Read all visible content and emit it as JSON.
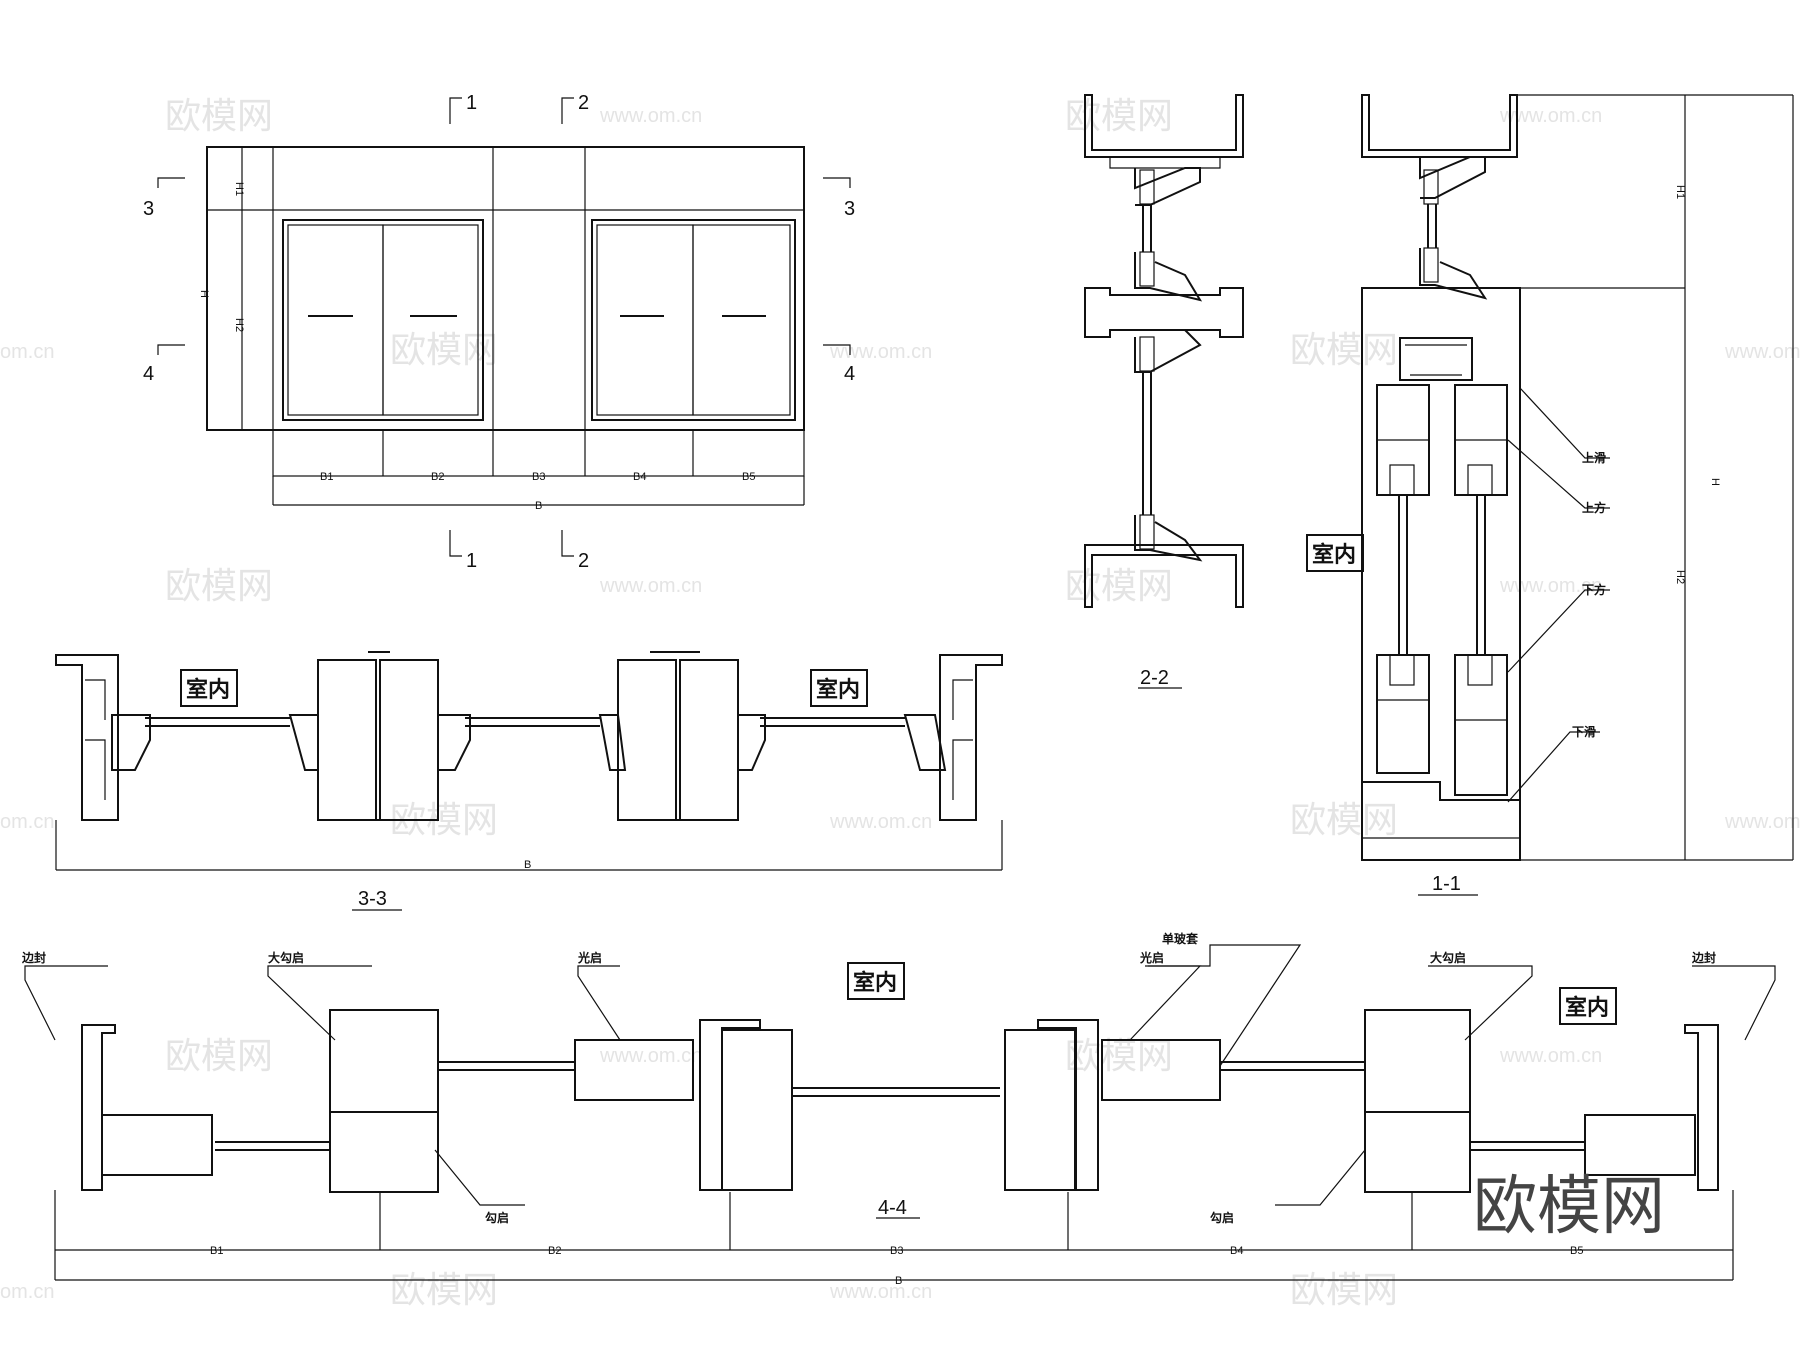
{
  "watermark": {
    "brand": "欧模网",
    "url": "www.om.cn",
    "partial_url": "om.cn"
  },
  "corner_logo": "欧模网",
  "elevation": {
    "section_marks": [
      "1",
      "2",
      "3",
      "4"
    ],
    "dims": {
      "H": "H",
      "H1": "H1",
      "H2": "H2",
      "B": "B",
      "B1": "B1",
      "B2": "B2",
      "B3": "B3",
      "B4": "B4",
      "B5": "B5"
    }
  },
  "section_2_2": {
    "title": "2-2"
  },
  "section_1_1": {
    "title": "1-1",
    "room": "室内",
    "labels": {
      "top_slide": "上滑",
      "top_rail": "上方",
      "bottom_rail": "下方",
      "bottom_slide": "下滑"
    },
    "dims": {
      "H": "H",
      "H1": "H1",
      "H2": "H2"
    }
  },
  "section_3_3": {
    "title": "3-3",
    "room_left": "室内",
    "room_right": "室内",
    "dim": "B"
  },
  "section_4_4": {
    "title": "4-4",
    "room_center": "室内",
    "room_right": "室内",
    "labels": {
      "edge_seal_left": "边封",
      "big_hook_left": "大勾启",
      "smooth_stile_left": "光启",
      "hook_stile_left": "勾启",
      "single_glass_seal": "单玻套",
      "smooth_stile_right": "光启",
      "big_hook_right": "大勾启",
      "edge_seal_right": "边封",
      "hook_stile_right": "勾启"
    },
    "dims": {
      "B": "B",
      "B1": "B1",
      "B2": "B2",
      "B3": "B3",
      "B4": "B4",
      "B5": "B5"
    }
  }
}
